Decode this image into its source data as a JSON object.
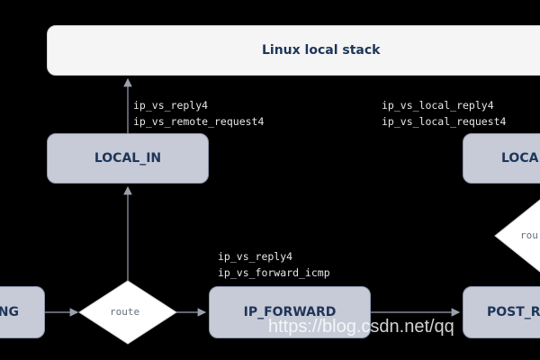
{
  "diagram": {
    "stack_label": "Linux local stack",
    "nodes": {
      "local_in": "LOCAL_IN",
      "local_out": "LOCA",
      "prerouting": "NG",
      "ip_forward": "IP_FORWARD",
      "postrouting": "POST_R"
    },
    "diamonds": {
      "route_left": "route",
      "route_right": "rou"
    },
    "hooks": {
      "local_in": [
        "ip_vs_reply4",
        "ip_vs_remote_request4"
      ],
      "local_out": [
        "ip_vs_local_reply4",
        "ip_vs_local_request4"
      ],
      "forward": [
        "ip_vs_reply4",
        "ip_vs_forward_icmp"
      ]
    }
  },
  "watermark": "https://blog.csdn.net/qq"
}
